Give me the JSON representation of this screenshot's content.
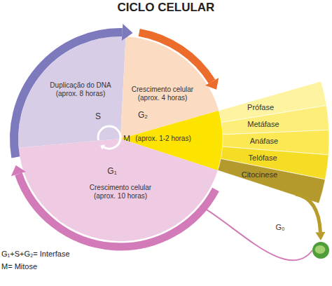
{
  "diagram": {
    "title": "CICLO CELULAR",
    "nodes": [
      {
        "text": [
          "Duplicação do DNA (aprox. 8 horas)",
          "S"
        ]
      },
      {
        "text": [
          "Crescimento celular (aprox. 4 horas)",
          "G₂"
        ]
      },
      {
        "text": [
          "M",
          "(aprox. 1-2 horas)"
        ]
      },
      {
        "text": [
          "G₁",
          "Crescimento celular (aprox. 10 horas)"
        ]
      },
      {
        "text": [
          "Prófase"
        ]
      },
      {
        "text": [
          "Metáfase"
        ]
      },
      {
        "text": [
          "Anáfase"
        ]
      },
      {
        "text": [
          "Telófase"
        ]
      },
      {
        "text": [
          "Citocinese"
        ]
      },
      {
        "text": [
          "G₀"
        ]
      }
    ],
    "edges": [
      {
        "from": 0,
        "to": 1,
        "arrow": "to"
      },
      {
        "from": 1,
        "to": 2,
        "arrow": "to"
      },
      {
        "from": 3,
        "to": 0,
        "arrow": "to"
      },
      {
        "from": 8,
        "to": 9,
        "arrow": "to"
      },
      {
        "from": 9,
        "to": 3,
        "arrow": "to"
      }
    ],
    "labels": [
      "G₁+S+G₂= Interfase",
      "M= Mitose"
    ]
  }
}
